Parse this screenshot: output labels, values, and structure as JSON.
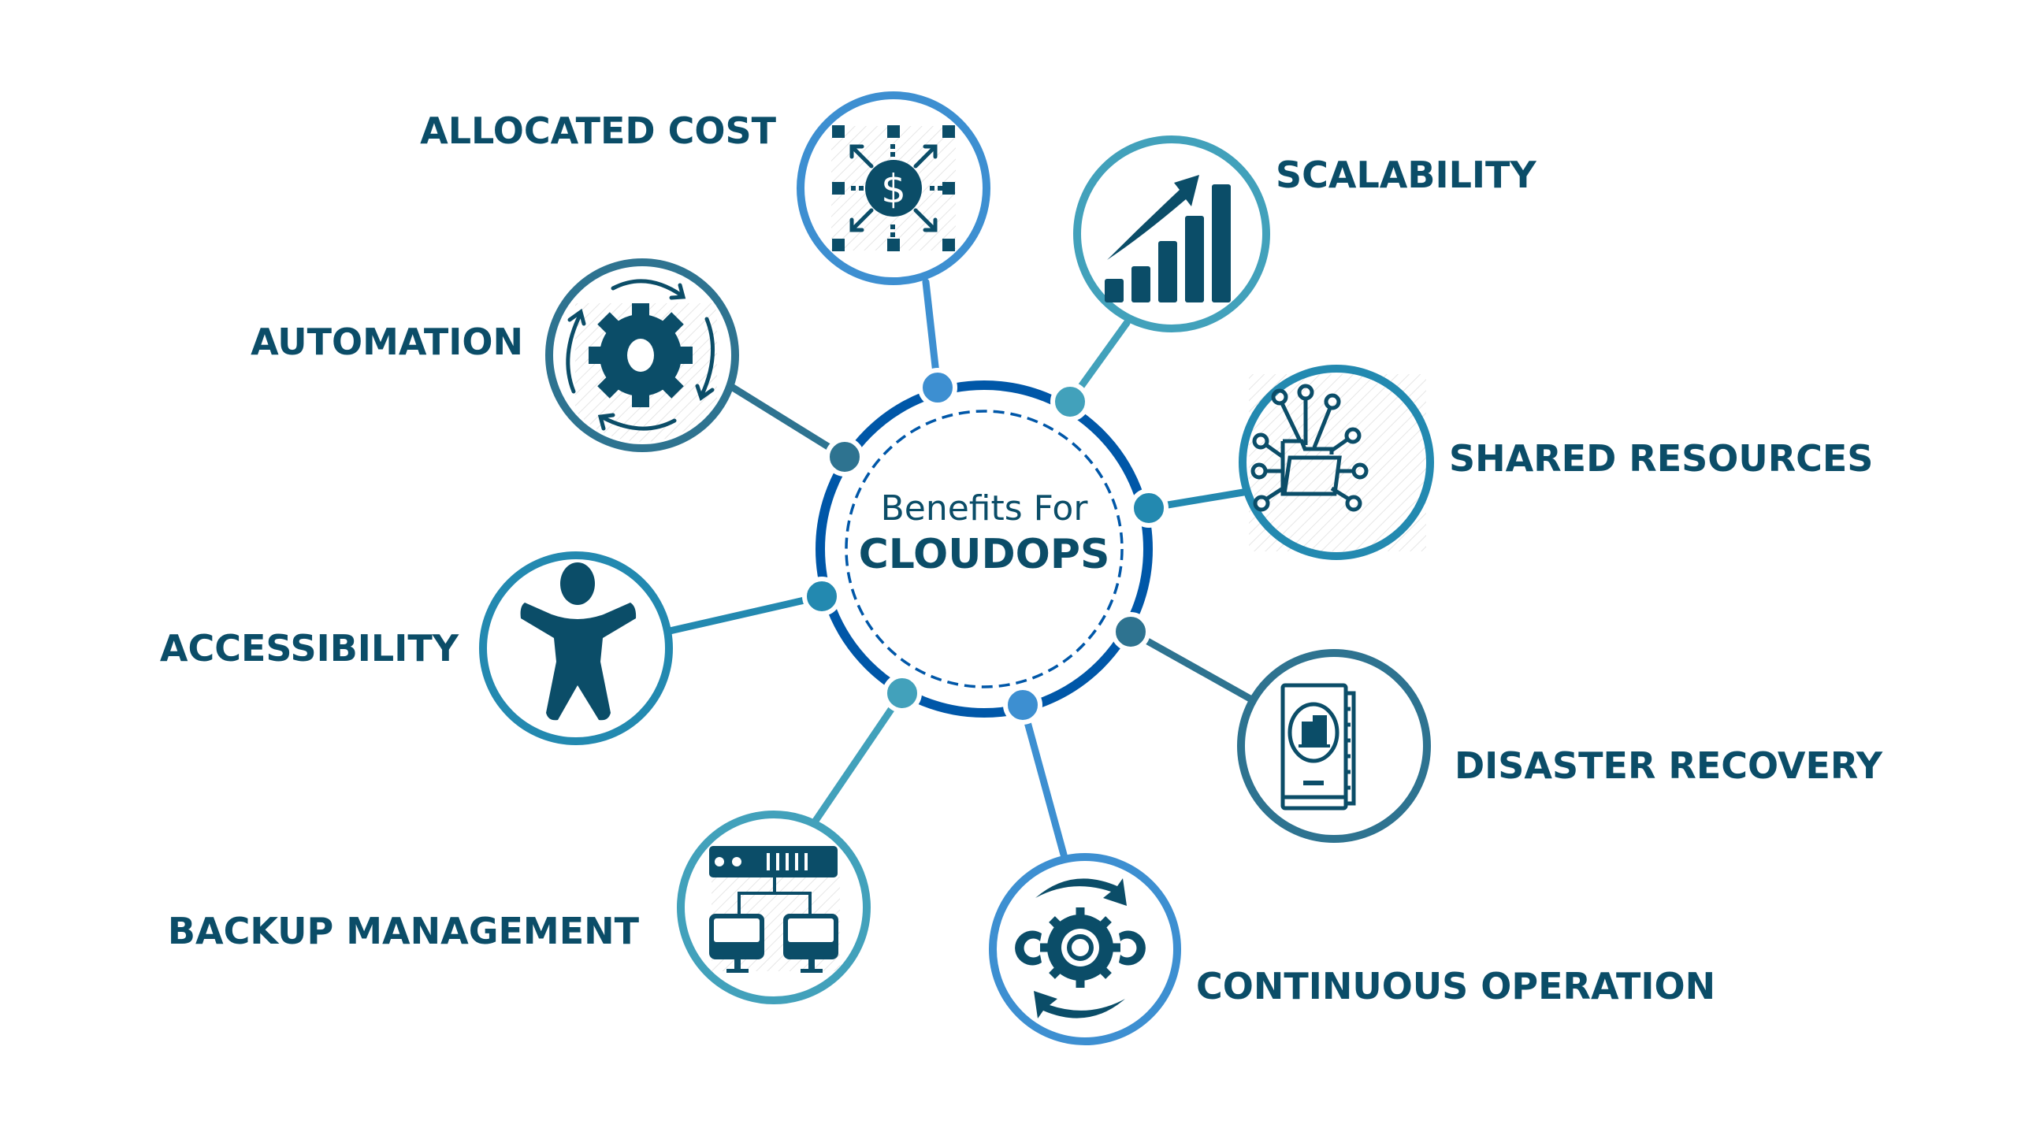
{
  "center": {
    "line1": "Benefits For",
    "line2": "CLOUDOPS"
  },
  "colors": {
    "text": "#0b4d68",
    "ring": "#0057a8",
    "icon": "#0b4d68",
    "node_light_blue": "#3d8fd1",
    "node_teal": "#42a1bb",
    "node_slate": "#2e7390",
    "node_mid_blue": "#2389b0"
  },
  "benefits": [
    {
      "label": "ALLOCATED COST",
      "icon": "dollar-distribution-icon"
    },
    {
      "label": "SCALABILITY",
      "icon": "growth-bar-chart-icon"
    },
    {
      "label": "SHARED RESOURCES",
      "icon": "shared-folder-network-icon"
    },
    {
      "label": "DISASTER RECOVERY",
      "icon": "recovery-book-icon"
    },
    {
      "label": "CONTINUOUS OPERATION",
      "icon": "rotating-gears-icon"
    },
    {
      "label": "BACKUP MANAGEMENT",
      "icon": "server-network-icon"
    },
    {
      "label": "ACCESSIBILITY",
      "icon": "accessibility-person-icon"
    },
    {
      "label": "AUTOMATION",
      "icon": "gear-cycle-icon"
    }
  ]
}
